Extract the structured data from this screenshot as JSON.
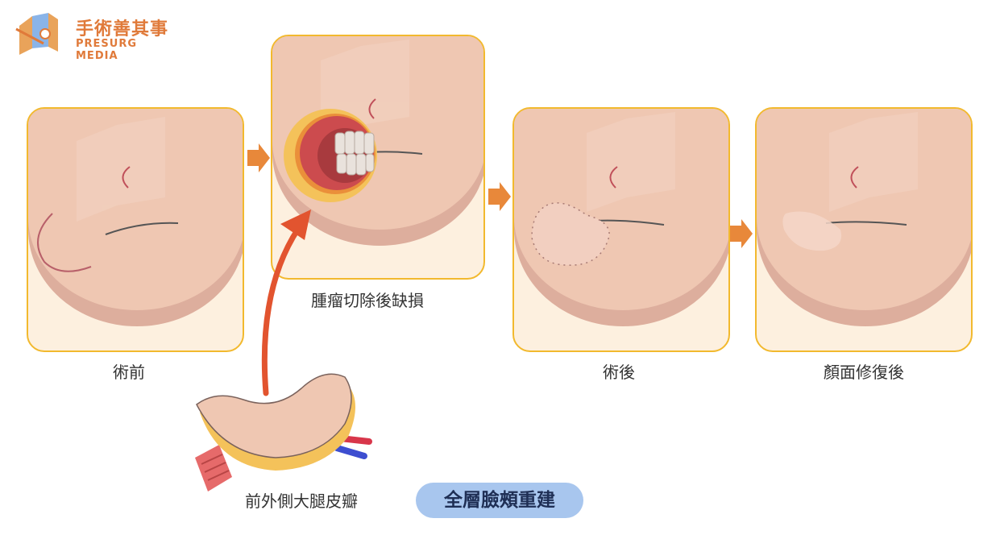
{
  "logo": {
    "name_cn": "手術善其事",
    "name_en": "PRESURG MEDIA",
    "icon": "book-scalpel-logo-icon"
  },
  "steps": [
    {
      "id": "pre-op",
      "label": "術前"
    },
    {
      "id": "tumor-excision",
      "label": "腫瘤切除後缺損"
    },
    {
      "id": "post-op",
      "label": "術後"
    },
    {
      "id": "face-repaired",
      "label": "顏面修復後"
    }
  ],
  "flap": {
    "label": "前外側大腿皮瓣"
  },
  "title_badge": "全層臉頰重建",
  "colors": {
    "panel_border": "#f2b92e",
    "skin": "#efc7b2",
    "arrow": "#e8883a",
    "red_arrow": "#e2542f",
    "badge": "#a8c6ee"
  }
}
